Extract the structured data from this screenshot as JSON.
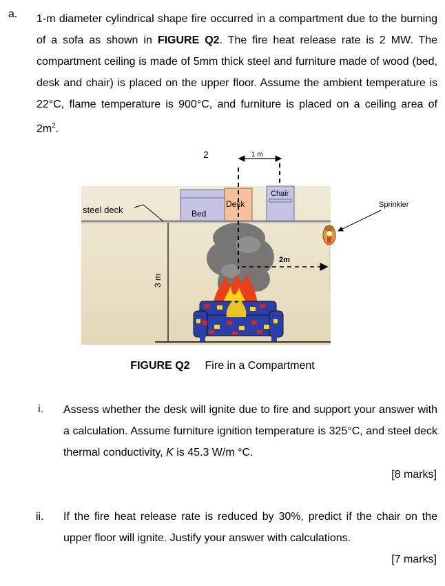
{
  "question": {
    "label": "a.",
    "intro_parts": [
      "1-m diameter cylindrical shape fire occurred in a compartment due to the burning of a sofa as shown in ",
      "FIGURE Q2",
      ". The fire heat release rate is 2 MW. The compartment ceiling is made of 5mm thick steel and furniture made of wood (bed, desk and chair) is placed on the upper floor. Assume the ambient temperature is 22°C, flame temperature is 900°C, and furniture is placed on a ceiling area of 2m",
      "2",
      "."
    ]
  },
  "figure": {
    "number_label": "2",
    "dim_1m": "1 m",
    "dim_2m": "2m",
    "dim_3m": "3 m",
    "steel_deck": "steel deck",
    "bed": "Bed",
    "desk": "Desk",
    "chair": "Chair",
    "sprinkler": "Sprinkler",
    "caption_tag": "FIGURE Q2",
    "caption_text": "Fire in a Compartment",
    "colors": {
      "bed_fill": "#c5c3e4",
      "desk_fill": "#f5c09a",
      "chair_fill": "#c5c3e4",
      "smoke": "#6e6e6e",
      "flame_outer": "#e8401a",
      "flame_inner": "#ffd21f",
      "sofa_main": "#2a3fa8",
      "sofa_accent": "#d62525"
    }
  },
  "parts": [
    {
      "label": "i.",
      "text_parts": [
        "Assess whether the desk will ignite due to fire and support your answer with a calculation. Assume furniture ignition temperature is 325°C, and steel deck thermal conductivity, ",
        "K",
        " is 45.3 W/m °C."
      ],
      "marks": "[8 marks]"
    },
    {
      "label": "ii.",
      "text": "If the fire heat release rate is reduced by 30%, predict if the chair on the upper floor will ignite. Justify your answer with calculations.",
      "marks": "[7 marks]"
    }
  ]
}
